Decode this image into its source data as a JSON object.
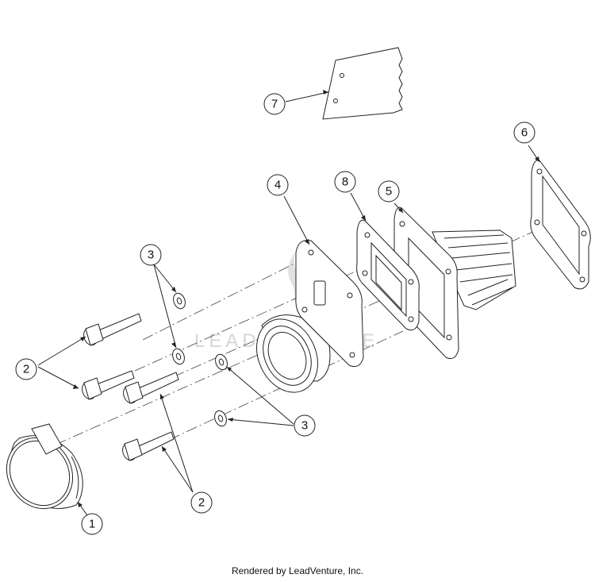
{
  "watermark": "LEADVENTURE",
  "footer_text": "Rendered by LeadVenture, Inc.",
  "callouts": {
    "one": "1",
    "two_a": "2",
    "two_b": "2",
    "three_a": "3",
    "three_b": "3",
    "four": "4",
    "five": "5",
    "six": "6",
    "seven": "7",
    "eight": "8"
  },
  "colors": {
    "line": "#222222",
    "watermark": "#d6d6d6",
    "background": "#ffffff"
  }
}
